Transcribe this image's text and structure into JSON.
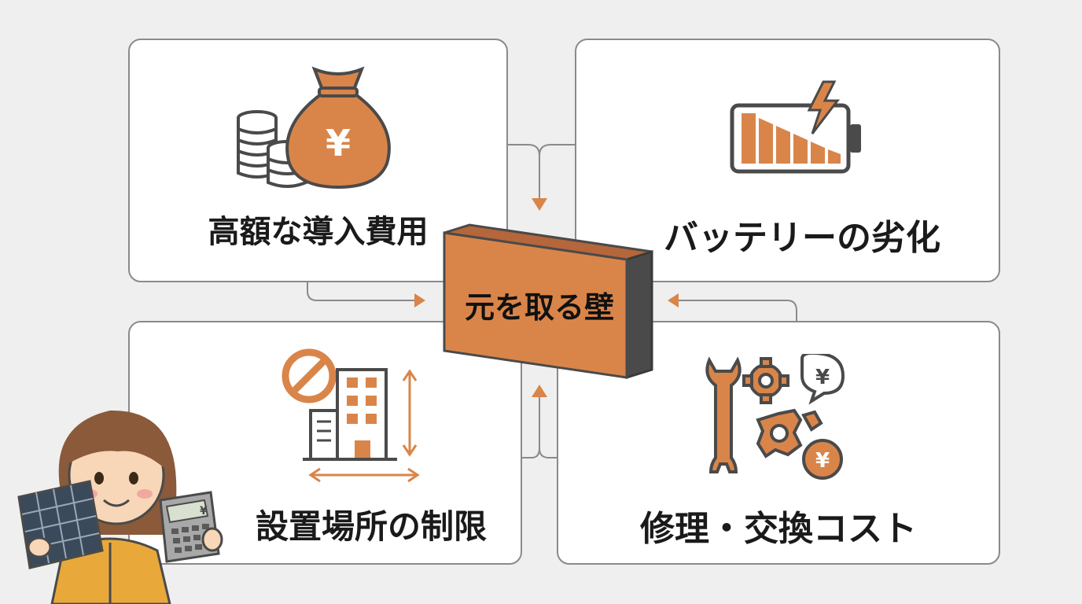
{
  "center": {
    "label": "元を取る壁"
  },
  "cards": {
    "top_left": {
      "label": "高額な導入費用"
    },
    "top_right": {
      "label": "バッテリーの劣化"
    },
    "bottom_left": {
      "label": "設置場所の制限"
    },
    "bottom_right": {
      "label": "修理・交換コスト"
    }
  },
  "icons": {
    "money_bag_symbol": "¥",
    "speech_bubble_symbol": "¥",
    "coin_symbol": "¥",
    "calculator_symbol": "¥"
  },
  "colors": {
    "accent": "#d9854a",
    "outline": "#4a4a4a",
    "card_border": "#8a8a8a"
  }
}
